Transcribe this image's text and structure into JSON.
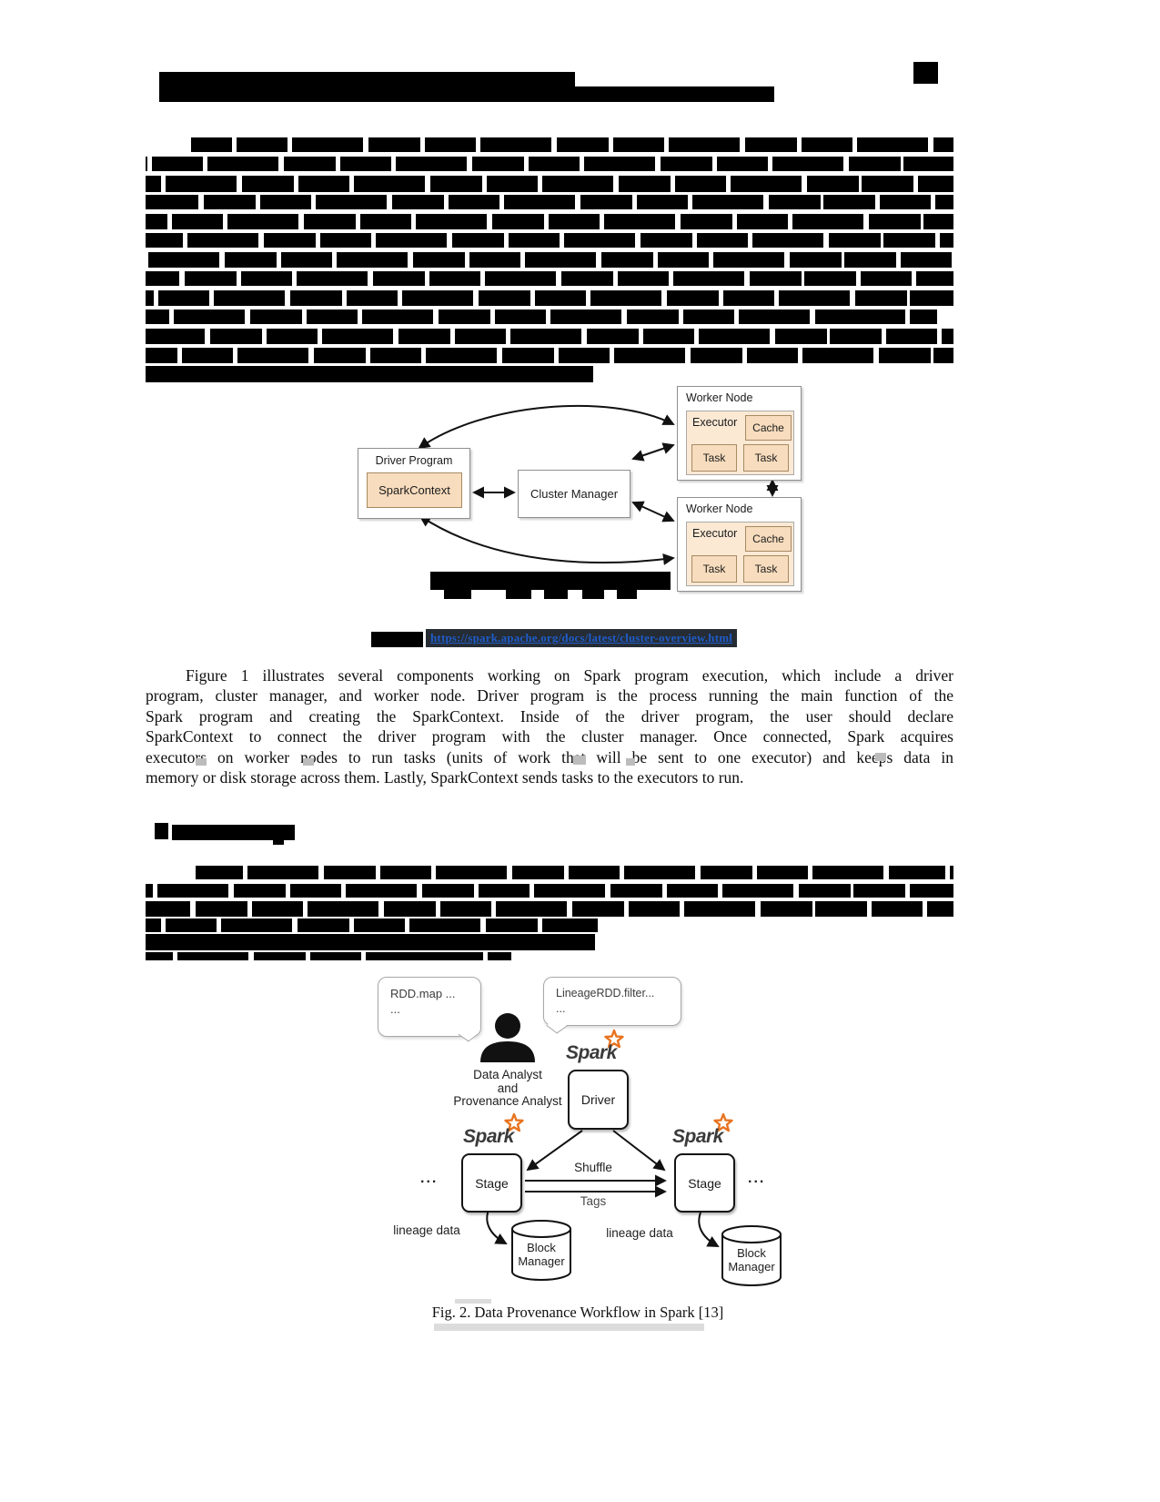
{
  "figure1": {
    "driver_program_label": "Driver Program",
    "spark_context_label": "SparkContext",
    "cluster_manager_label": "Cluster Manager",
    "worker_nodes": [
      {
        "title": "Worker Node",
        "executor_label": "Executor",
        "cache_label": "Cache",
        "tasks": [
          "Task",
          "Task"
        ]
      },
      {
        "title": "Worker Node",
        "executor_label": "Executor",
        "cache_label": "Cache",
        "tasks": [
          "Task",
          "Task"
        ]
      }
    ],
    "source_link": "https://spark.apache.org/docs/latest/cluster-overview.html"
  },
  "paragraph": {
    "lines": [
      "Figure 1 illustrates several components working on Spark program execution, which include a driver",
      "program, cluster manager, and worker node. Driver program is the process running the main function of the",
      "Spark program and creating the SparkContext. Inside of the driver program, the user should declare",
      "SparkContext to connect the driver program with the cluster manager. Once connected, Spark acquires",
      "executors on worker nodes to run tasks (units of work that will be sent to one executor) and keeps data in",
      "memory or disk storage across them. Lastly, SparkContext sends tasks to the executors to run."
    ]
  },
  "figure2": {
    "bubble_left_line1": "RDD.map ...",
    "bubble_left_line2": "...",
    "bubble_right_line1": "LineageRDD.filter...",
    "bubble_right_line2": "...",
    "analyst_line1": "Data Analyst",
    "analyst_line2": "and",
    "analyst_line3": "Provenance Analyst",
    "spark_logo_text": "Spark",
    "driver_label": "Driver",
    "stage_label": "Stage",
    "shuffle_label": "Shuffle",
    "tags_label": "Tags",
    "lineage_data_label": "lineage data",
    "block_manager_line1": "Block",
    "block_manager_line2": "Manager",
    "ellipsis": "...",
    "caption": "Fig. 2. Data Provenance Workflow in Spark [13]"
  },
  "colors": {
    "spark_orange": "#e8731f",
    "peach_fill": "#f7dcbd",
    "peach_light_fill": "#fbe9d4",
    "link_blue": "#1e5cc8",
    "link_highlight_bg": "#262c34",
    "redaction_black": "#000000"
  }
}
